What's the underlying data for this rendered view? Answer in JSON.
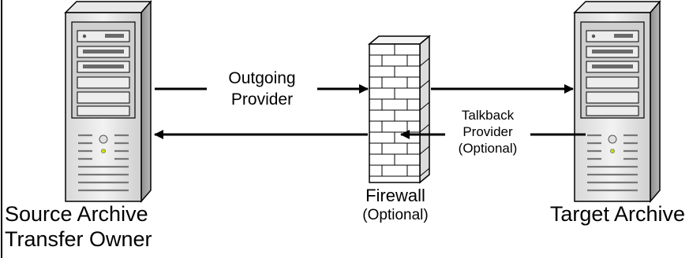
{
  "nodes": {
    "source": {
      "line1": "Source Archive",
      "line2": "Transfer Owner",
      "icon": "server-tower-icon"
    },
    "firewall": {
      "line1": "Firewall",
      "line2": "(Optional)",
      "icon": "brick-wall-icon"
    },
    "target": {
      "line1": "Target Archive",
      "icon": "server-tower-icon"
    }
  },
  "edges": {
    "outgoing": {
      "line1": "Outgoing",
      "line2": "Provider"
    },
    "talkback": {
      "line1": "Talkback",
      "line2": "Provider",
      "line3": "(Optional)"
    }
  },
  "colors": {
    "stroke": "#000000",
    "server_light": "#e6e6e6",
    "server_mid": "#c8c8c8",
    "server_dark": "#7a7a7a",
    "led": "#c8e000"
  }
}
